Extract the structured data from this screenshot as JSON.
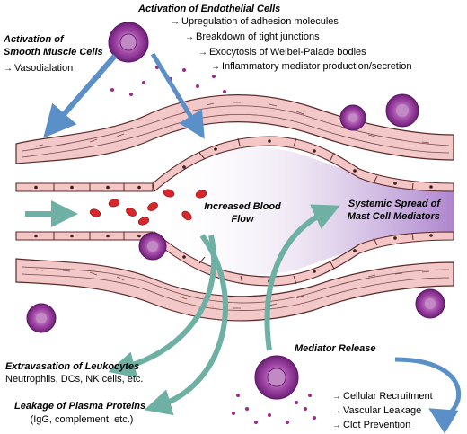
{
  "endothelial": {
    "title": "Activation of Endothelial Cells",
    "items": [
      "Upregulation of adhesion molecules",
      "Breakdown of tight junctions",
      "Exocytosis of Weibel-Palade bodies",
      "Inflammatory mediator production/secretion"
    ]
  },
  "smooth_muscle": {
    "title_line1": "Activation of",
    "title_line2": "Smooth Muscle Cells",
    "item": "Vasodialation"
  },
  "blood_flow": {
    "line1": "Increased Blood",
    "line2": "Flow"
  },
  "systemic": {
    "line1": "Systemic Spread of",
    "line2": "Mast Cell Mediators"
  },
  "mediator_release": "Mediator Release",
  "mediator_effects": [
    "Cellular Recruitment",
    "Vascular Leakage",
    "Clot Prevention"
  ],
  "extravasation": {
    "title": "Extravasation of Leukocytes",
    "sub": "Neutrophils, DCs, NK cells, etc."
  },
  "leakage": {
    "title": "Leakage of Plasma Proteins",
    "sub": "(IgG, complement, etc.)"
  },
  "bullet_glyph": "→",
  "colors": {
    "vessel_fill": "#f4c6c6",
    "vessel_outline": "#5a2a2a",
    "rbc": "#d8262b",
    "mast_cell": "#8a2f94",
    "granule": "#9b2a8a",
    "blue_arrow": "#5b8fc7",
    "teal_arrow": "#6fb0a4",
    "purple_glow": "#b99ad0"
  },
  "icons": [
    "mast-cell-icon",
    "red-blood-cell-icon",
    "granule-icon",
    "arrow-icon"
  ]
}
